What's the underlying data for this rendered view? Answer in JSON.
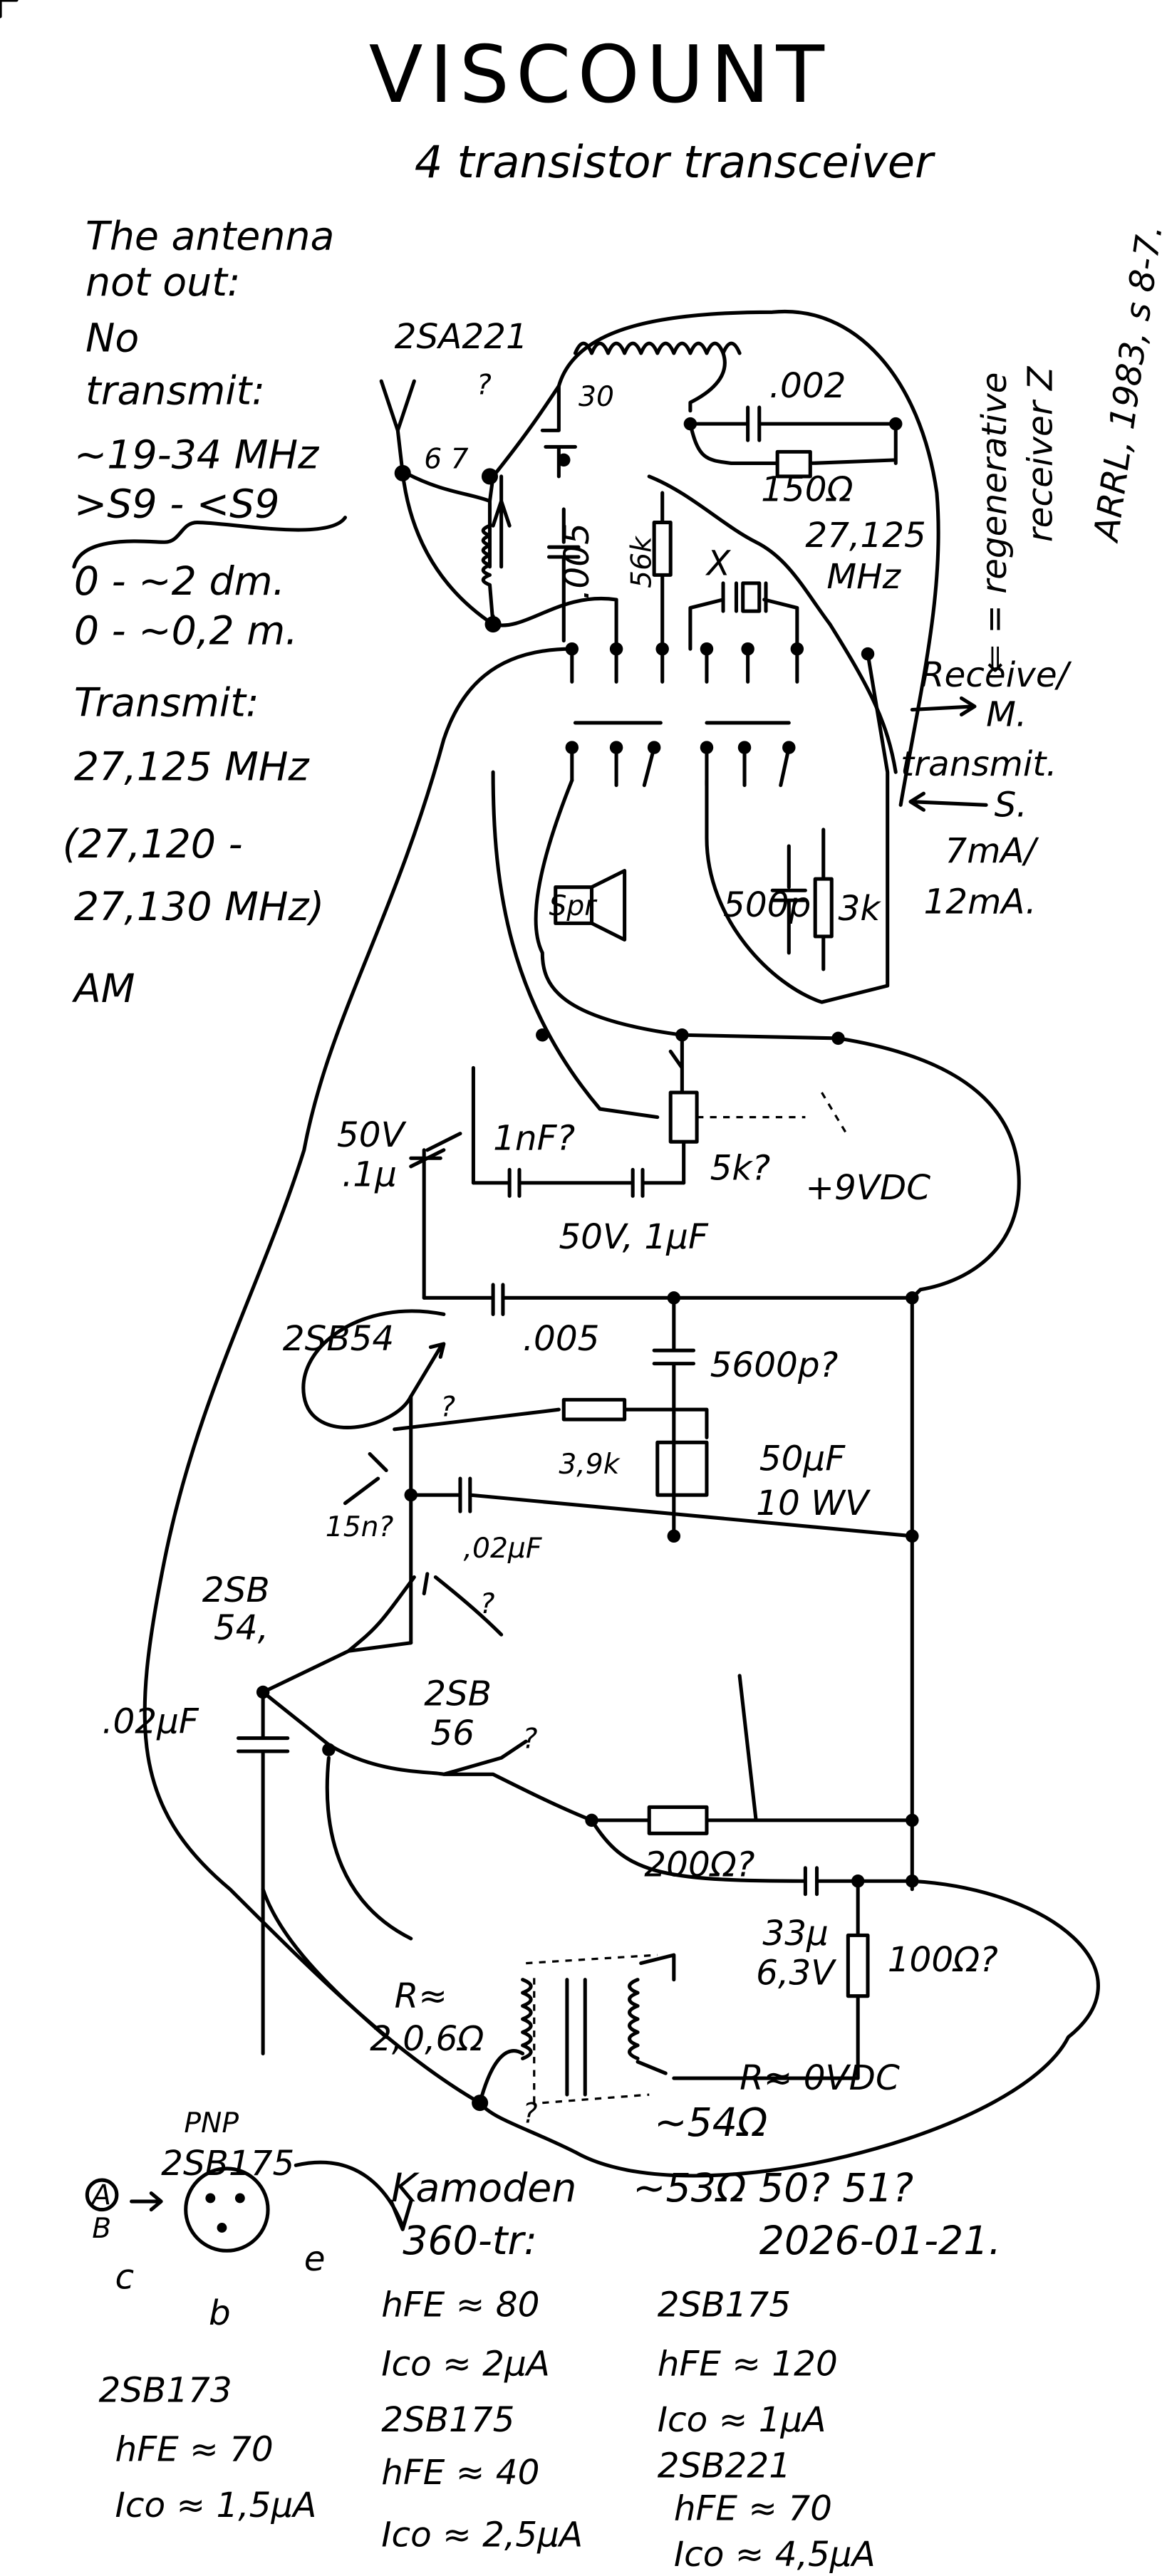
{
  "title": "VISCOUNT",
  "subtitle": "4 transistor transceiver",
  "left_notes": {
    "antenna_line1": "The antenna",
    "antenna_line2": "not out:",
    "no_label": "No",
    "transmit_label": "transmit:",
    "freq_range": "~19-34 MHz",
    "signal": ">S9 - <S9",
    "dist1": "0 - ~2 dm.",
    "dist2": "0 - ~0,2 m.",
    "transmit_heading": "Transmit:",
    "transmit_freq": "27,125 MHz",
    "range_line1": "(27,120 -",
    "range_line2": "27,130 MHz)",
    "mode": "AM"
  },
  "right_notes": {
    "regen": "⇐ = regenerative",
    "receiver": "receiver Z",
    "reference": "ARRL, 1983, s 8-7.",
    "receive": "Receive/",
    "m": "M.",
    "transmit": "transmit.",
    "s": "S.",
    "current_rx": "7mA/",
    "current_tx": "12mA."
  },
  "components": {
    "q1": "2SA221",
    "q1_pins": "6 7",
    "q1_q": "?",
    "c30": "30",
    "c002": ".002",
    "r150": "150Ω",
    "xtal_freq1": "27,125",
    "xtal_freq2": "MHz",
    "c005a": ".005",
    "r56k": "56k",
    "xtal": "X",
    "speaker": "Spr",
    "c500p": "500p",
    "r3k": "3k",
    "c50v": "50V",
    "c1u": ".1µ",
    "c1nf": "1nF?",
    "pot5k": "5k?",
    "supply": "+9VDC",
    "c50v1uf": "50V, 1µF",
    "q2": "2SB54",
    "c005b": ".005",
    "c5600p": "5600p?",
    "r39k": "3,9k",
    "c50uf": "50µF",
    "c50uf_v": "10 WV",
    "c15n": "15n?",
    "c02uf": ",02µF",
    "q3_a": "2SB",
    "q3_b": "54,",
    "q4_a": "2SB",
    "q4_b": "56",
    "c02uf_left": ".02µF",
    "r200": "200Ω?",
    "c33u": "33µ",
    "c33u_v": "6,3V",
    "r100": "100Ω?",
    "tr_r1_a": "R≈",
    "tr_r1_b": "2,0,6Ω",
    "tr_r2": "R≈ 0VDC",
    "tr_r3": "~54Ω",
    "q_mark": "?"
  },
  "pinout": {
    "type": "PNP",
    "part": "2SB175",
    "a": "A",
    "b_ab": "B",
    "c": "c",
    "b": "b",
    "e": "e"
  },
  "notes_bottom": {
    "kamoden1": "Kamoden",
    "kamoden2": "360-tr:",
    "k_hfe": "hFE ≈ 80",
    "k_ico": "Ico ≈ 2µA",
    "k2_part": "2SB175",
    "k2_hfe": "hFE ≈ 40",
    "k2_ico": "Ico ≈ 2,5µA",
    "res_note": "~53Ω 50? 51?",
    "date": "2026-01-21.",
    "r_part1": "2SB175",
    "r_hfe1": "hFE ≈ 120",
    "r_ico1": "Ico ≈ 1µA",
    "r_part2": "2SB221",
    "r_hfe2": "hFE ≈ 70",
    "r_ico2": "Ico ≈ 4,5µA",
    "l_part": "2SB173",
    "l_hfe": "hFE ≈ 70",
    "l_ico": "Ico ≈ 1,5µA"
  }
}
